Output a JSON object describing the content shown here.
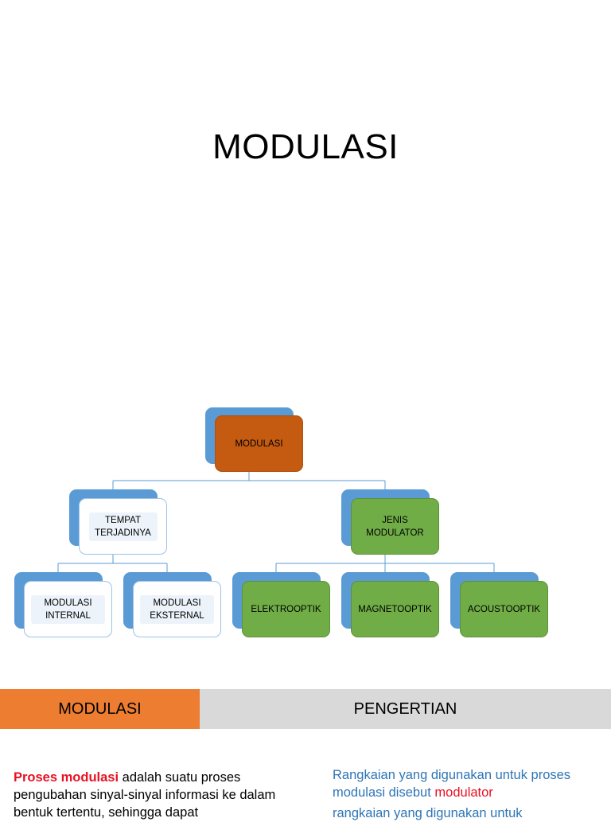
{
  "title": "MODULASI",
  "diagram": {
    "root": "MODULASI",
    "tempat": "TEMPAT TERJADINYA",
    "jenis": "JENIS MODULATOR",
    "tempat_children": [
      "MODULASI INTERNAL",
      "MODULASI EKSTERNAL"
    ],
    "jenis_children": [
      "ELEKTROOPTIK",
      "MAGNETOOPTIK",
      "ACOUSTOOPTIK"
    ]
  },
  "table": {
    "header_left": "MODULASI",
    "header_right": "PENGERTIAN"
  },
  "left_text": {
    "highlight": "Proses modulasi",
    "line1_rest": " adalah suatu proses",
    "line2": "pengubahan sinyal-sinyal informasi ke dalam",
    "line3": "bentuk tertentu, sehingga dapat"
  },
  "right_text": {
    "line1": "Rangkaian yang digunakan untuk proses",
    "line2_start": "modulasi disebut ",
    "line2_highlight": "modulator",
    "line3": "rangkaian yang digunakan untuk"
  },
  "colors": {
    "root_box": "#c55a11",
    "green_box": "#70ad47",
    "back_box": "#5b9bd5",
    "header_left": "#ed7d31",
    "header_right": "#d9d9d9",
    "highlight_red": "#e81123",
    "blue_text": "#2e75b6"
  }
}
